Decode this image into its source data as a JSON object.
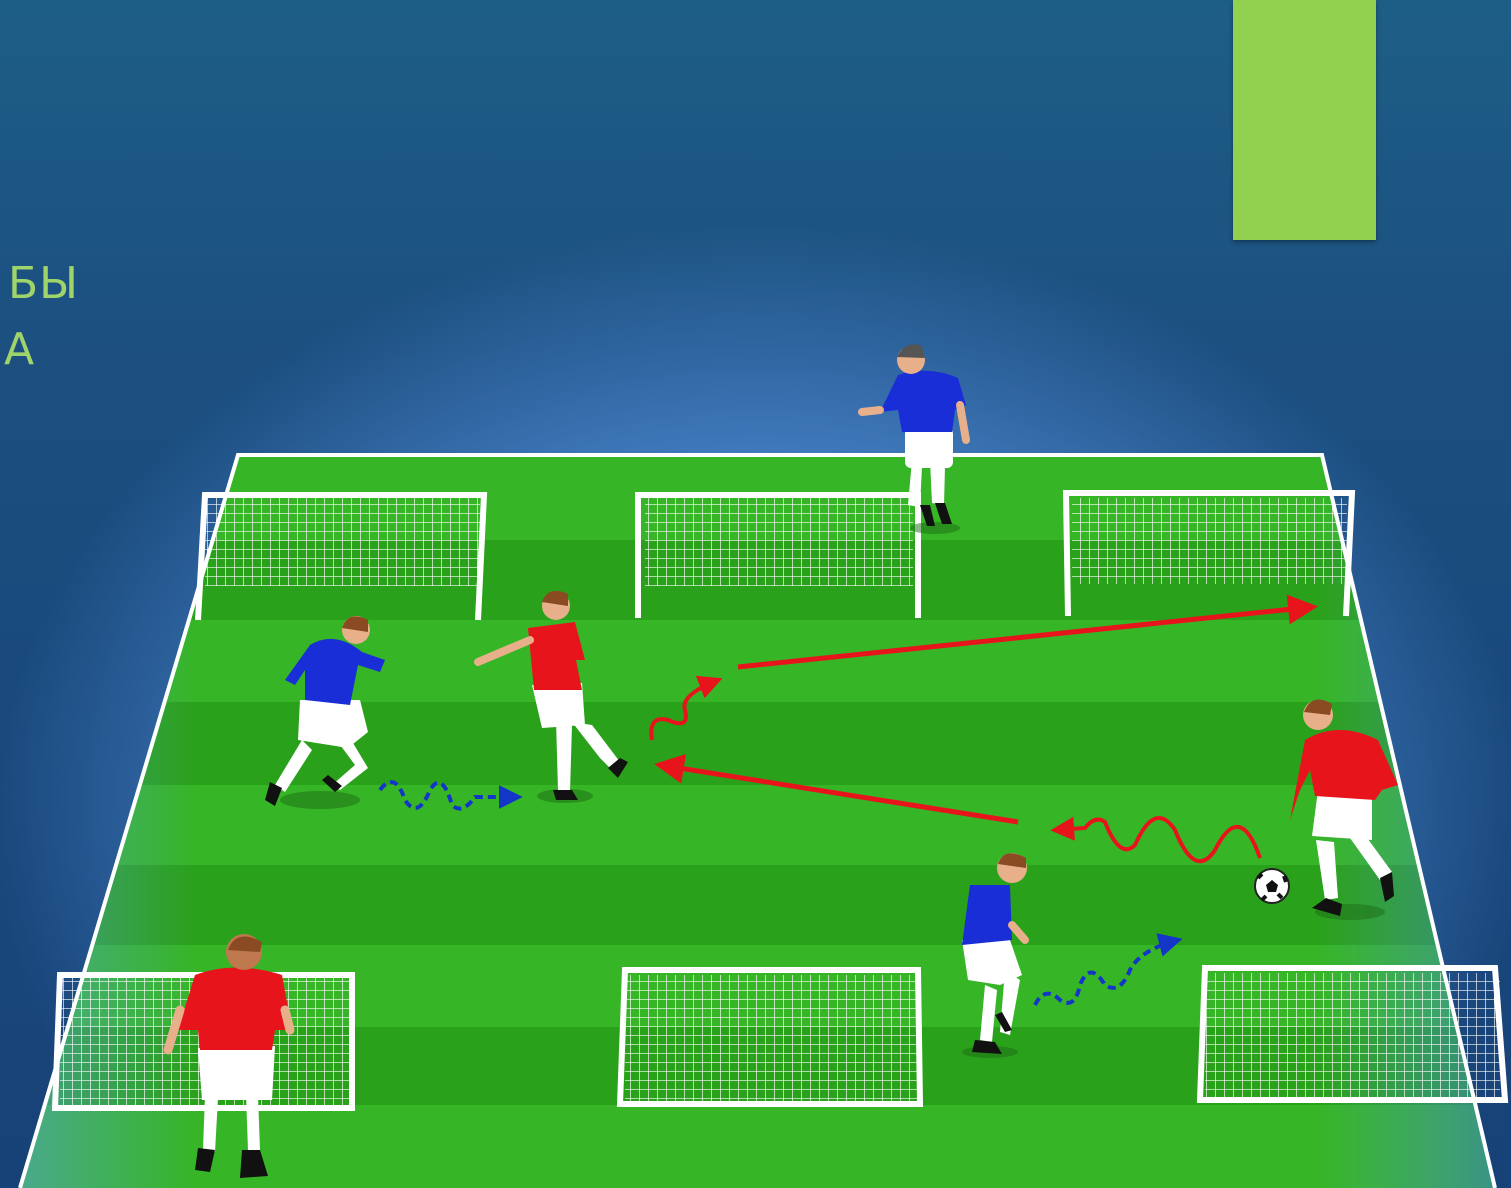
{
  "slide": {
    "side_text_line1": "БЫ",
    "side_text_line2": "А"
  },
  "colors": {
    "accent": "#92d050",
    "field_dark": "#2aa11a",
    "field_light": "#3cc12c",
    "team_red": "#e8141c",
    "team_blue": "#1a2ed8",
    "pass_arrow": "#e8141c",
    "dribble_blue": "#1436c8"
  },
  "diagram": {
    "goals": [
      "goal-top-left",
      "goal-top-center",
      "goal-top-right",
      "goal-bottom-left",
      "goal-bottom-center",
      "goal-bottom-right"
    ],
    "players": [
      {
        "name": "player-blue-top",
        "team": "blue"
      },
      {
        "name": "player-blue-left",
        "team": "blue"
      },
      {
        "name": "player-red-center",
        "team": "red"
      },
      {
        "name": "player-red-right",
        "team": "red"
      },
      {
        "name": "player-blue-bottom",
        "team": "blue"
      },
      {
        "name": "player-red-keeper",
        "team": "red"
      }
    ],
    "ball": "soccer-ball"
  }
}
